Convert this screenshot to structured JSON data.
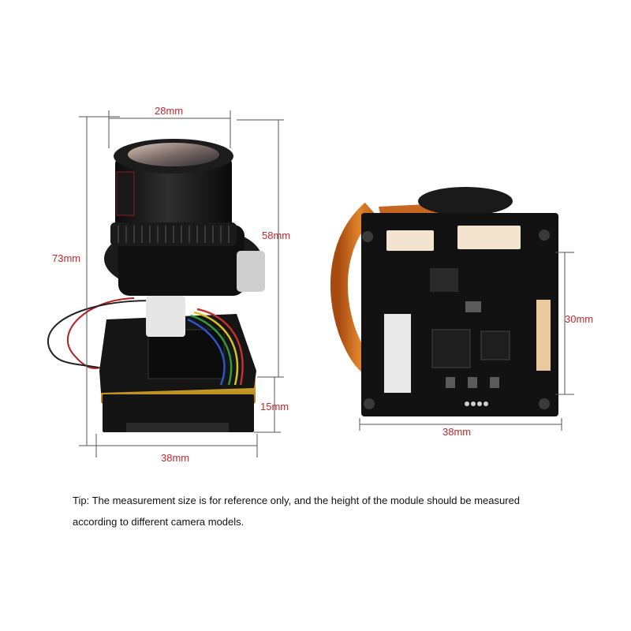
{
  "dimensions": {
    "left_module": {
      "lens_width": "28mm",
      "lens_height": "58mm",
      "total_height": "73mm",
      "board_height": "15mm",
      "board_width": "38mm"
    },
    "right_module": {
      "height": "30mm",
      "width": "38mm"
    }
  },
  "tip": {
    "line1": "Tip: The measurement size is for reference only, and the height of the module should be measured",
    "line2": "according to different camera models."
  },
  "colors": {
    "dimension_text": "#c0282d",
    "dimension_line": "#555555",
    "pcb": "#121212",
    "flex_cable": "#d26a1e"
  }
}
